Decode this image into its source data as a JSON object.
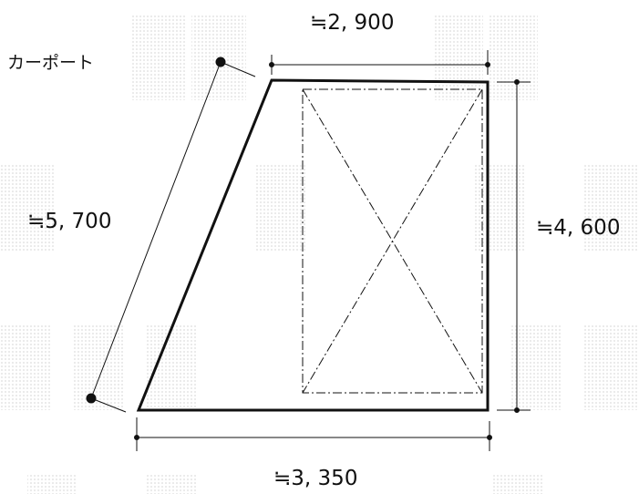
{
  "title": "カーポート",
  "dimensions": {
    "top": "≒2, 900",
    "left": "≒5, 700",
    "right": "≒4, 600",
    "bottom": "≒3, 350"
  },
  "colors": {
    "line": "#111111",
    "watermark": "#d6d6d6"
  }
}
